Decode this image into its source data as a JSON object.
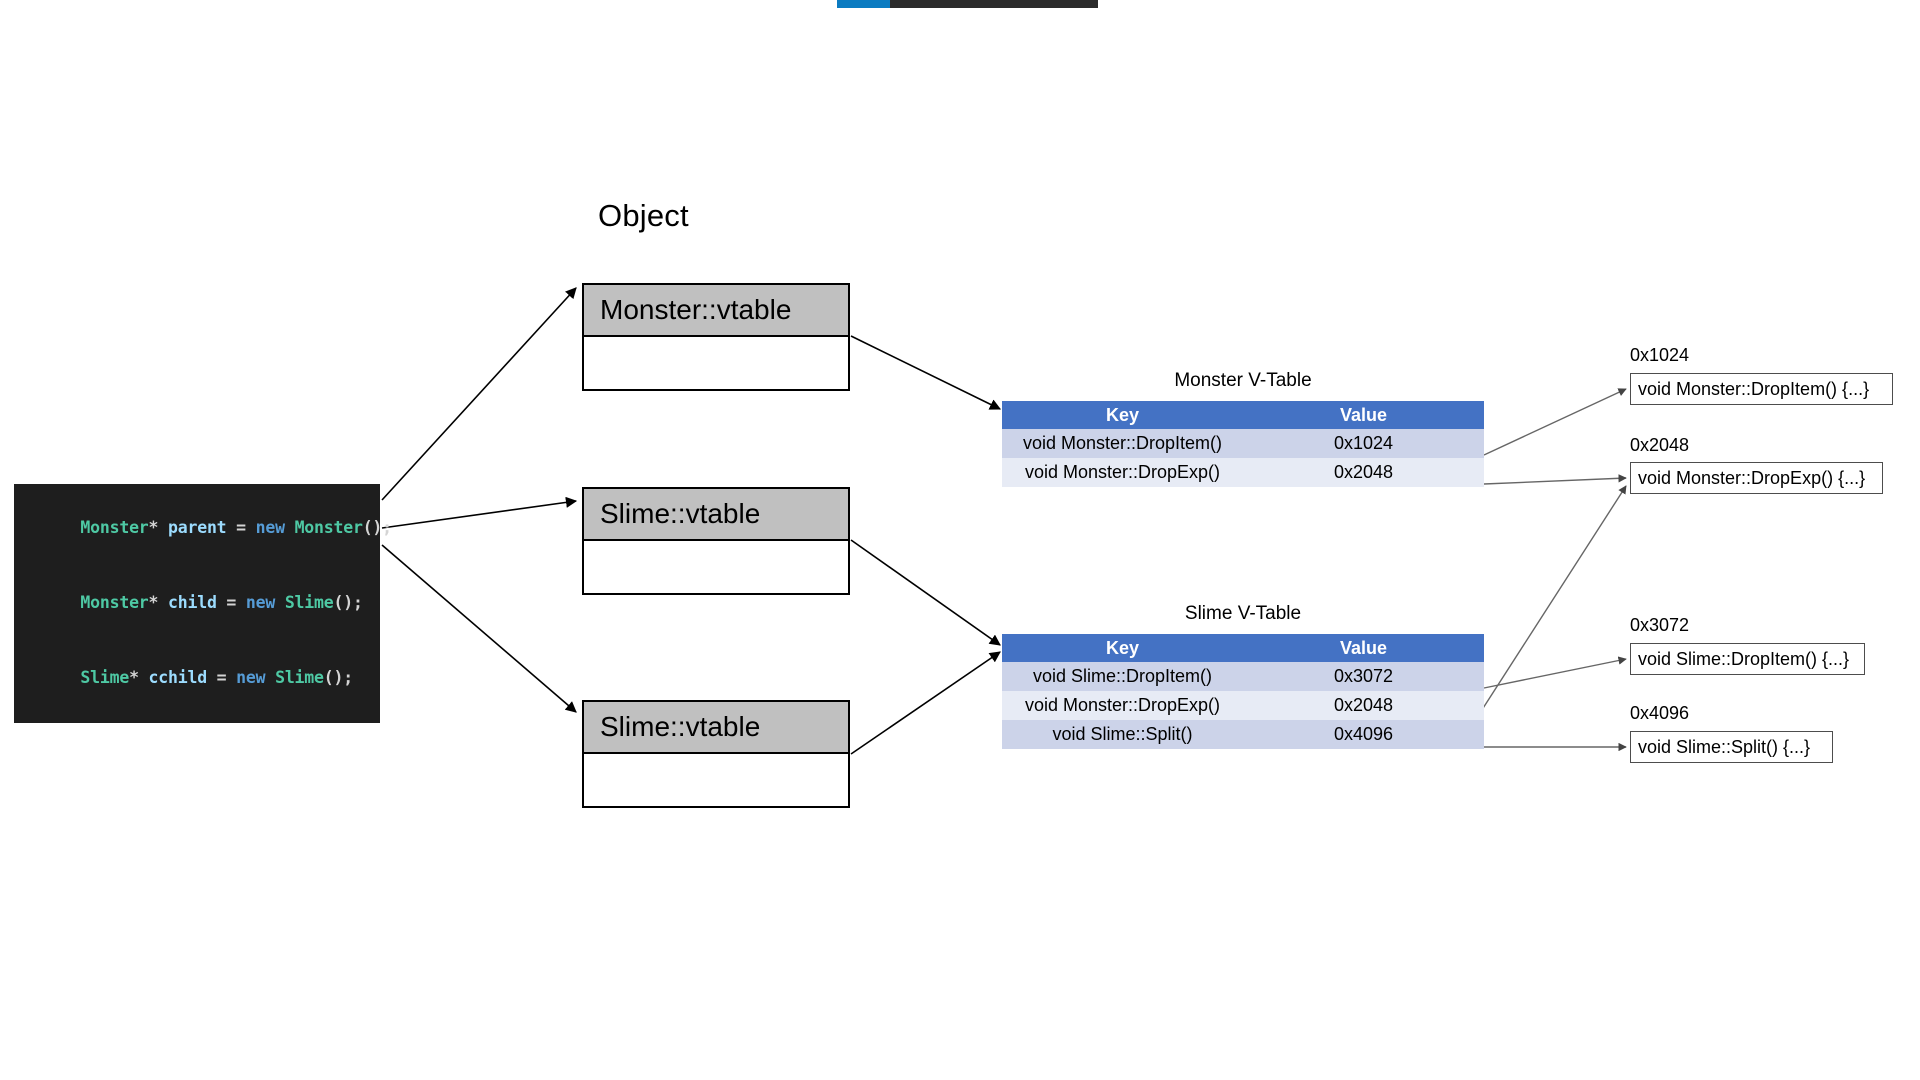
{
  "diagram": {
    "title": "Object",
    "top_strip": {
      "accent_color": "#0b7bc1",
      "dark_color": "#2b2b2b"
    }
  },
  "code": {
    "lines": [
      {
        "type": "Monster",
        "ptr": "*",
        "var": "parent",
        "op": " = ",
        "kw": "new",
        "ctor": "Monster",
        "tail": "();"
      },
      {
        "type": "Monster",
        "ptr": "*",
        "var": "child",
        "op": " = ",
        "kw": "new",
        "ctor": "Slime",
        "tail": "();"
      },
      {
        "type": "Slime",
        "ptr": "*",
        "var": "cchild",
        "op": " = ",
        "kw": "new",
        "ctor": "Slime",
        "tail": "();"
      }
    ],
    "background": "#1e1e1e",
    "type_color": "#4ec9a4",
    "var_color": "#9cdcfe",
    "keyword_color": "#569cd6"
  },
  "objects": [
    {
      "name": "monster",
      "label": "Monster::vtable"
    },
    {
      "name": "slime1",
      "label": "Slime::vtable"
    },
    {
      "name": "slime2",
      "label": "Slime::vtable"
    }
  ],
  "vtables": [
    {
      "name": "monster",
      "caption": "Monster  V-Table",
      "columns": [
        "Key",
        "Value"
      ],
      "rows": [
        {
          "key": "void Monster::DropItem()",
          "value": "0x1024"
        },
        {
          "key": "void Monster::DropExp()",
          "value": "0x2048"
        }
      ]
    },
    {
      "name": "slime",
      "caption": "Slime  V-Table",
      "columns": [
        "Key",
        "Value"
      ],
      "rows": [
        {
          "key": "void Slime::DropItem()",
          "value": "0x3072"
        },
        {
          "key": "void Monster::DropExp()",
          "value": "0x2048"
        },
        {
          "key": "void Slime::Split()",
          "value": "0x4096"
        }
      ]
    }
  ],
  "functions": [
    {
      "address": "0x1024",
      "signature": "void Monster::DropItem() {...}"
    },
    {
      "address": "0x2048",
      "signature": "void Monster::DropExp() {...}"
    },
    {
      "address": "0x3072",
      "signature": "void Slime::DropItem() {...}"
    },
    {
      "address": "0x4096",
      "signature": "void Slime::Split() {...}"
    }
  ],
  "colors": {
    "header_blue": "#4472c4",
    "row_odd": "#ccd3e9",
    "row_even": "#e7ebf5",
    "vbox_header_gray": "#c0c0c0",
    "stroke": "#000000"
  }
}
